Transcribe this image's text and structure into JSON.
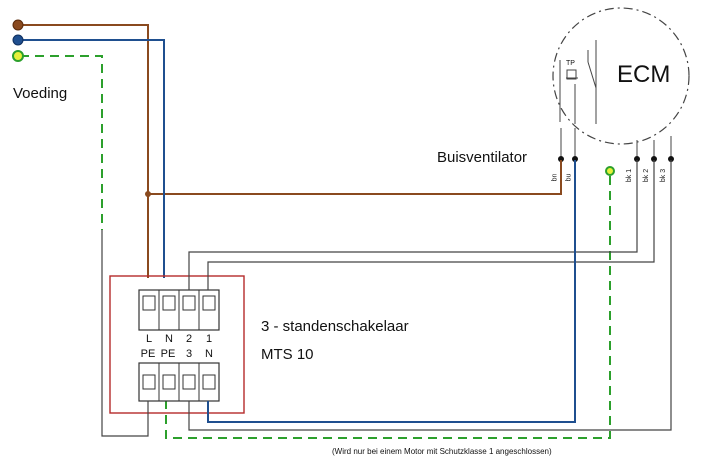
{
  "labels": {
    "power": "Voeding",
    "fan": "Buisventilator",
    "switch_name": "3 - standenschakelaar",
    "switch_model": "MTS 10",
    "motor": "ECM",
    "thermal_protection": "TP",
    "footnote": "(Wird nur bei einem Motor mit Schutzklasse 1 angeschlossen)"
  },
  "switch_terminals": {
    "top": [
      "L",
      "N",
      "2",
      "1"
    ],
    "bottom": [
      "PE",
      "PE",
      "3",
      "N"
    ]
  },
  "motor_wires": [
    "bn",
    "bu",
    "bk 1",
    "bk 2",
    "bk 3"
  ],
  "colors": {
    "brown": "#8a4a1f",
    "blue": "#1f4f8f",
    "green": "#2ca02c",
    "yellow_green": "#e6f03a",
    "switch_frame": "#b52a2a",
    "line": "#333333"
  }
}
